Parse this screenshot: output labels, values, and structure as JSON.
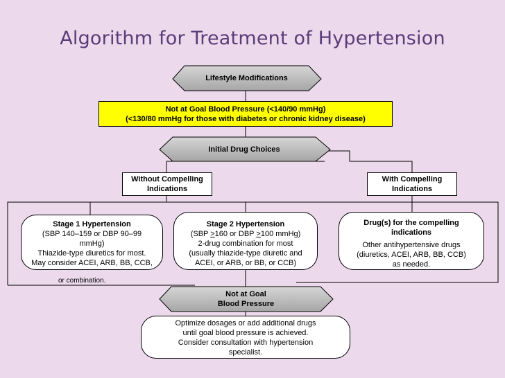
{
  "title": "Algorithm for Treatment of Hypertension",
  "nodes": {
    "lifestyle": "Lifestyle Modifications",
    "not_at_goal_bp": {
      "line1": "Not at Goal Blood Pressure (<140/90 mmHg)",
      "line2": "(<130/80 mmHg for those with diabetes or chronic kidney disease)"
    },
    "initial_drug": "Initial Drug Choices",
    "without_compelling": {
      "line1": "Without Compelling",
      "line2": "Indications"
    },
    "with_compelling": {
      "line1": "With Compelling",
      "line2": "Indications"
    },
    "stage1": {
      "heading": "Stage 1 Hypertension",
      "line1": "(SBP 140–159 or DBP 90–99",
      "line2": "mmHg)",
      "line3": "Thiazide-type diuretics for most.",
      "line4": "May consider ACEI, ARB, BB, CCB,",
      "line5": "or combination."
    },
    "stage2": {
      "heading": "Stage 2 Hypertension",
      "line1_pre": "(SBP ",
      "line1_ge1": ">",
      "line1_mid": "160 or DBP ",
      "line1_ge2": ">",
      "line1_post": "100 mmHg)",
      "line2": "2-drug combination for most",
      "line3": "(usually thiazide-type diuretic and",
      "line4": "ACEI, or ARB, or BB, or CCB)"
    },
    "compelling_drugs": {
      "heading1": "Drug(s) for the compelling",
      "heading2": "indications",
      "line1": "Other antihypertensive drugs",
      "line2": "(diuretics, ACEI, ARB, BB, CCB)",
      "line3": "as needed."
    },
    "not_at_goal": {
      "line1": "Not at Goal",
      "line2": "Blood Pressure"
    },
    "optimize": {
      "line1": "Optimize dosages or add additional drugs",
      "line2": "until goal blood pressure is achieved.",
      "line3": "Consider consultation with hypertension",
      "line4": "specialist."
    }
  },
  "colors": {
    "background": "#ecd9ec",
    "title": "#5a3c78",
    "highlight": "#ffff00",
    "hexagon": "#b3b3b3"
  }
}
